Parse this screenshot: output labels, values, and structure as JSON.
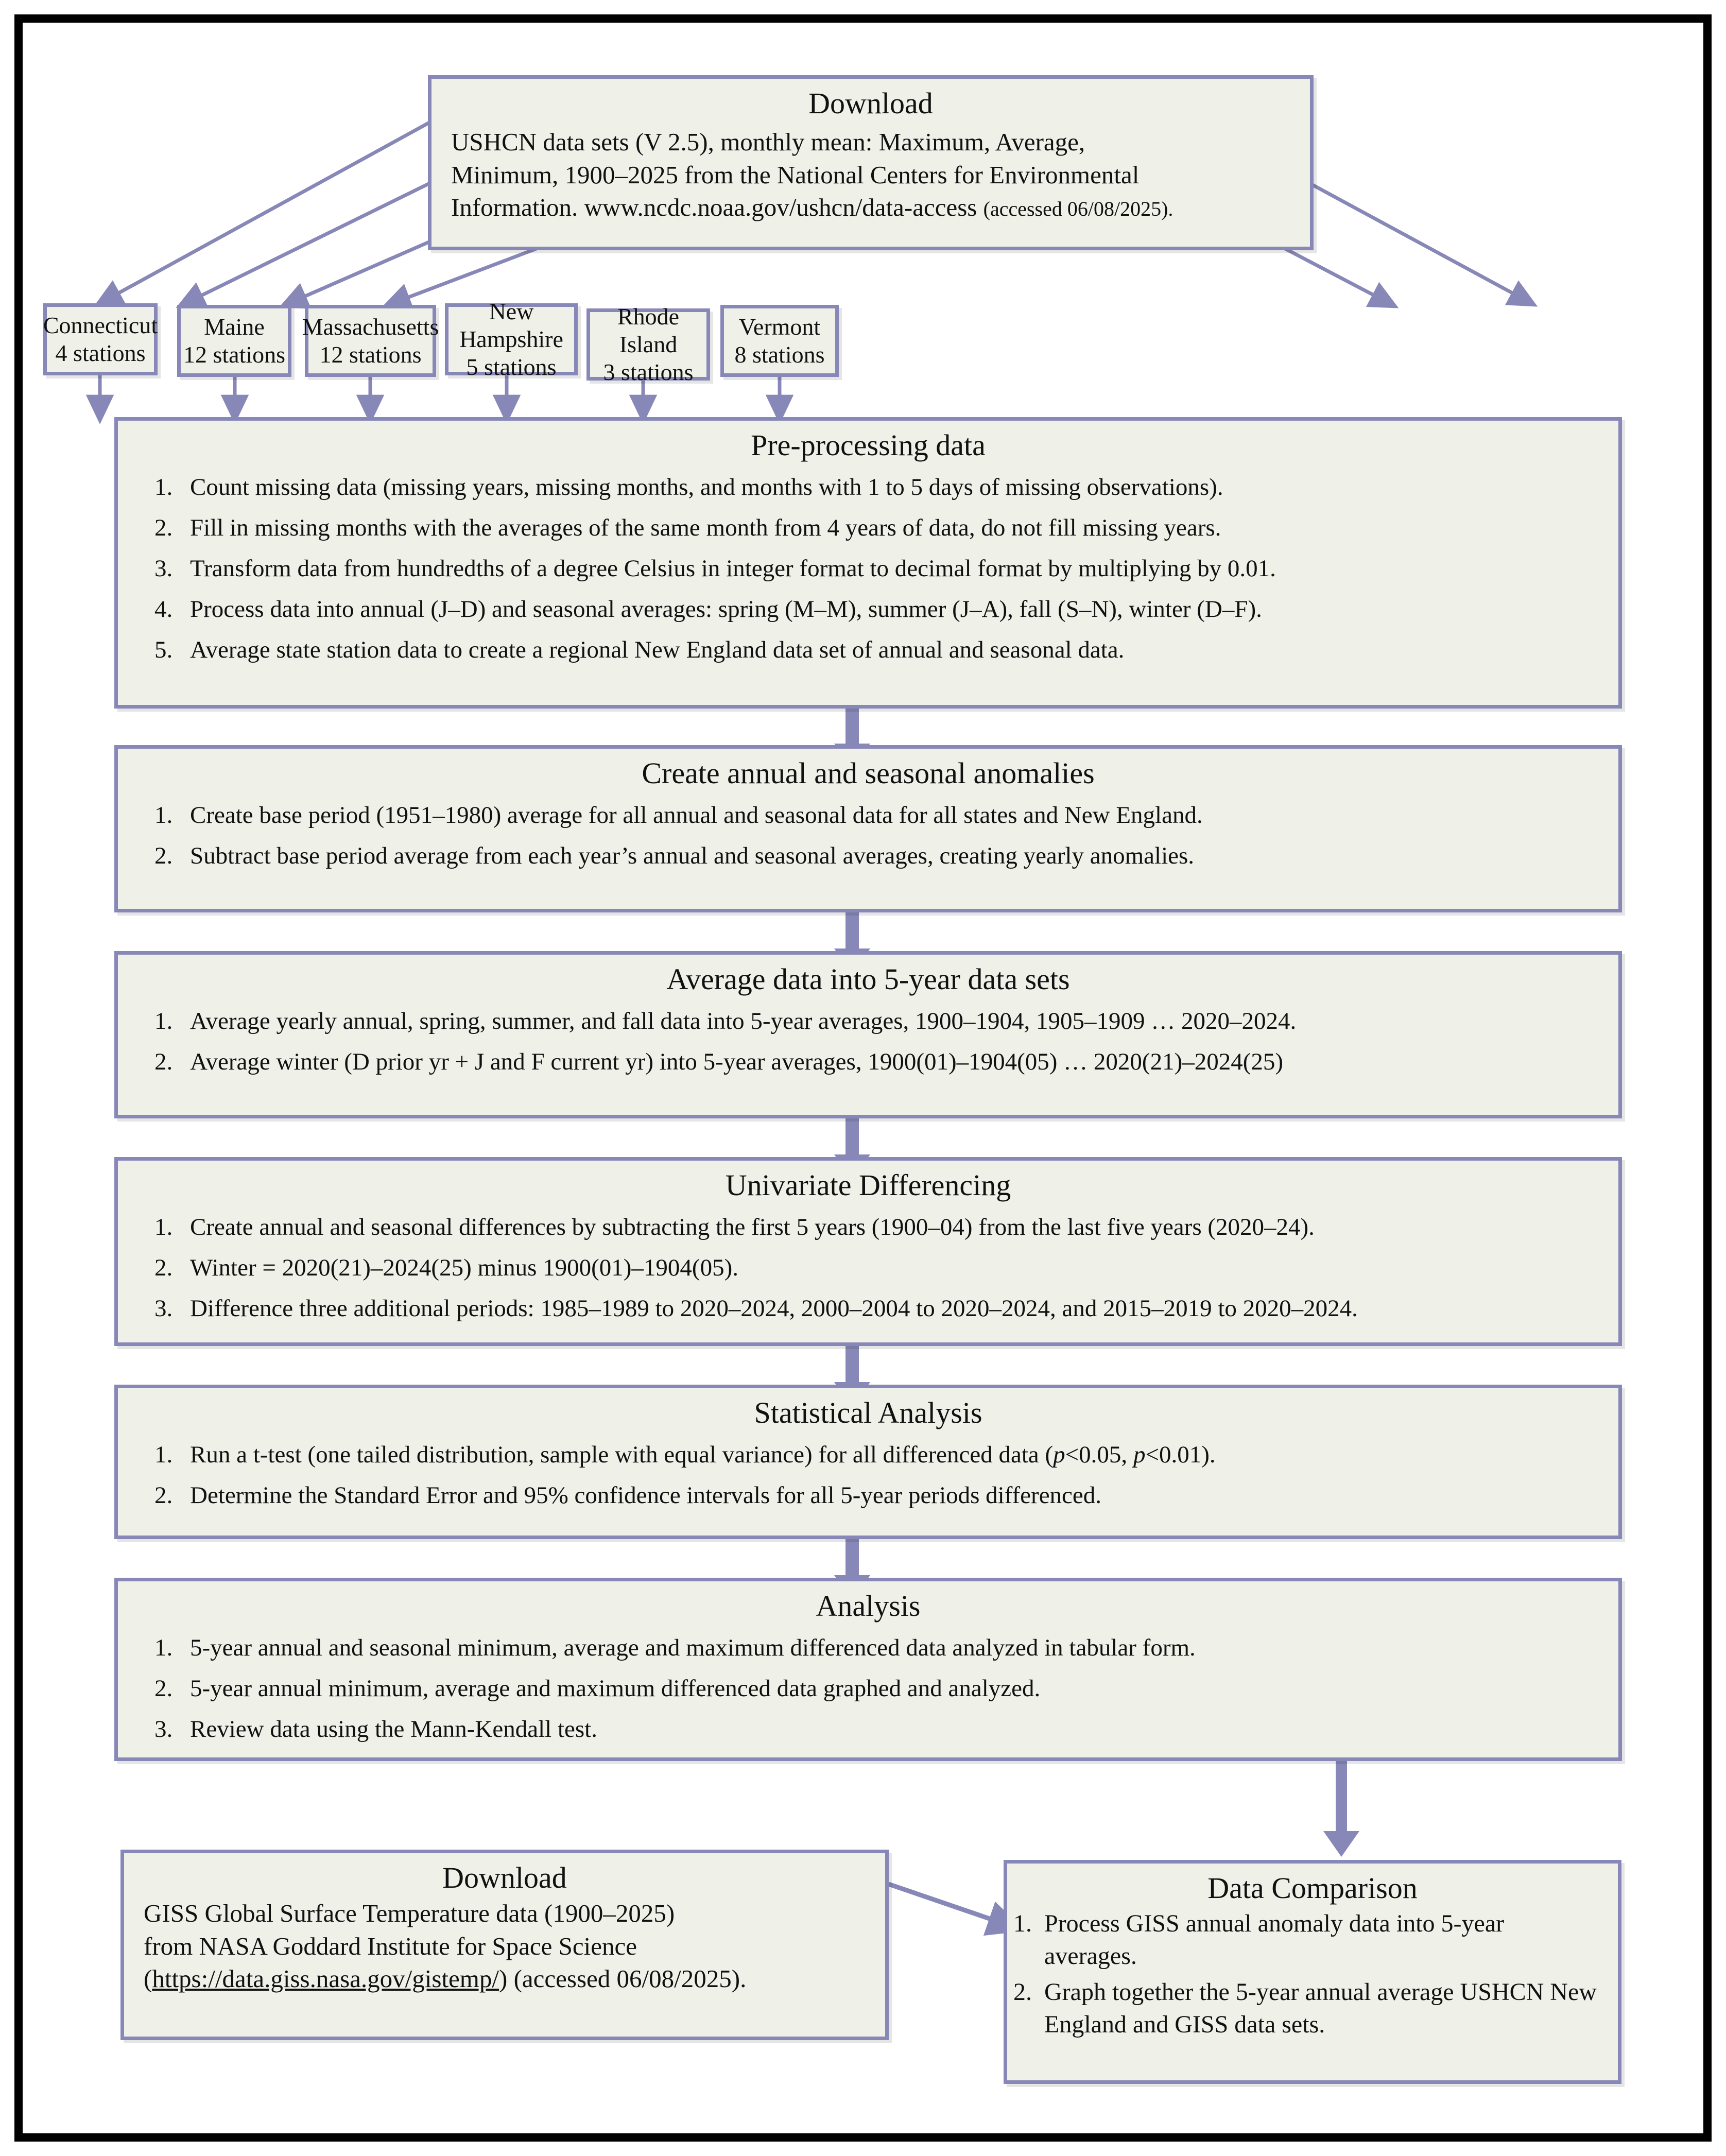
{
  "colors": {
    "box_fill": "#eff0e8",
    "box_border": "#8888b8",
    "arrow": "#8888b8",
    "frame": "#000000",
    "text": "#111111"
  },
  "download_top": {
    "title": "Download",
    "line1": "USHCN data sets (V 2.5), monthly mean: Maximum, Average,",
    "line2": "Minimum, 1900–2025 from the National Centers for Environmental",
    "line3a": "Information.  www.ncdc.noaa.gov/ushcn/data-access",
    "line3b": "(accessed 06/08/2025)."
  },
  "states": [
    {
      "name": "Connecticut",
      "stations": "4 stations"
    },
    {
      "name": "Maine",
      "stations": "12 stations"
    },
    {
      "name": "Massachusetts",
      "stations": "12 stations"
    },
    {
      "name": "New Hampshire",
      "stations": "5 stations"
    },
    {
      "name": "Rhode Island",
      "stations": "3 stations"
    },
    {
      "name": "Vermont",
      "stations": "8 stations"
    }
  ],
  "preprocessing": {
    "title": "Pre-processing data",
    "steps": [
      "Count missing data (missing years, missing months, and months with 1 to 5 days of missing observations).",
      "Fill in missing months with the averages of the same month from 4 years of data, do not fill missing years.",
      "Transform data from hundredths of a degree Celsius in integer format to decimal format by multiplying by 0.01.",
      "Process data into annual (J–D) and seasonal averages: spring (M–M), summer (J–A), fall (S–N), winter (D–F).",
      "Average state station data to create a regional New England data set of annual and seasonal data."
    ]
  },
  "anomalies": {
    "title": "Create annual and seasonal anomalies",
    "steps": [
      "Create base period (1951–1980) average for all annual and seasonal data for all states and New England.",
      "Subtract base period average from each year’s annual and seasonal averages, creating yearly anomalies."
    ]
  },
  "five_year": {
    "title": "Average data into 5-year data sets",
    "steps": [
      "Average yearly annual, spring, summer, and fall data into 5-year averages, 1900–1904, 1905–1909 … 2020–2024.",
      "Average winter (D prior yr + J and F current yr) into 5-year averages, 1900(01)–1904(05) … 2020(21)–2024(25)"
    ]
  },
  "differencing": {
    "title": "Univariate Differencing",
    "steps": [
      "Create annual and seasonal differences by subtracting the first 5 years (1900–04) from the last five years (2020–24).",
      "Winter = 2020(21)–2024(25) minus 1900(01)–1904(05).",
      "Difference three additional periods: 1985–1989 to 2020–2024, 2000–2004 to 2020–2024, and 2015–2019 to 2020–2024."
    ]
  },
  "statistical": {
    "title": "Statistical Analysis",
    "step1_pre": "Run a t-test (one tailed distribution, sample with equal variance) for all differenced data (",
    "step1_p1": "p",
    "step1_mid": "<0.05, ",
    "step1_p2": "p",
    "step1_post": "<0.01).",
    "step2": "Determine the Standard Error and 95% confidence intervals for all 5-year periods differenced."
  },
  "analysis": {
    "title": "Analysis",
    "steps": [
      "5-year annual and seasonal minimum, average and maximum differenced data analyzed in tabular form.",
      "5-year annual minimum, average and maximum differenced data graphed and analyzed.",
      "Review data using the Mann-Kendall test."
    ]
  },
  "download_giss": {
    "title": "Download",
    "line1": "GISS Global Surface Temperature data (1900–2025)",
    "line2": "from NASA Goddard Institute for Space Science",
    "line3_open": "(",
    "line3_url": "https://data.giss.nasa.gov/gistemp/",
    "line3_close": ") (accessed 06/08/2025)."
  },
  "data_comparison": {
    "title": "Data Comparison",
    "steps": [
      "Process GISS annual anomaly data into 5-year averages.",
      "Graph together the 5-year annual average USHCN New England and GISS data sets."
    ]
  }
}
